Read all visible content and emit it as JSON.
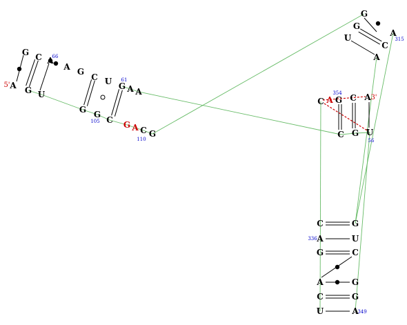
{
  "colors": {
    "base": "#000000",
    "number": "#0000cc",
    "highlight": "#cc0000",
    "backbone": "#66bb66",
    "pair": "#000000",
    "noncanonical": "#cc0000"
  },
  "ends": [
    {
      "id": "five",
      "text": "5'"
    },
    {
      "id": "three",
      "text": "3'"
    }
  ],
  "nucleotides": [
    {
      "id": "n1",
      "letter": "A",
      "color": "base"
    },
    {
      "id": "n2",
      "letter": "G",
      "color": "base"
    },
    {
      "id": "n3",
      "letter": "G",
      "color": "base"
    },
    {
      "id": "n4",
      "letter": "C",
      "color": "base"
    },
    {
      "id": "n5",
      "letter": "A",
      "color": "base"
    },
    {
      "id": "n6",
      "letter": "A",
      "color": "base"
    },
    {
      "id": "n7",
      "letter": "G",
      "color": "base"
    },
    {
      "id": "n8",
      "letter": "C",
      "color": "base"
    },
    {
      "id": "n9",
      "letter": "U",
      "color": "base"
    },
    {
      "id": "n10",
      "letter": "G",
      "color": "base"
    },
    {
      "id": "n11",
      "letter": "A",
      "color": "base"
    },
    {
      "id": "n12",
      "letter": "A",
      "color": "base"
    },
    {
      "id": "n13",
      "letter": "U",
      "color": "base"
    },
    {
      "id": "n14",
      "letter": "G",
      "color": "base"
    },
    {
      "id": "n15",
      "letter": "G",
      "color": "base"
    },
    {
      "id": "n16",
      "letter": "C",
      "color": "base"
    },
    {
      "id": "n17",
      "letter": "G",
      "color": "highlight"
    },
    {
      "id": "n18",
      "letter": "A",
      "color": "highlight"
    },
    {
      "id": "n19",
      "letter": "C",
      "color": "base"
    },
    {
      "id": "n20",
      "letter": "G",
      "color": "base"
    },
    {
      "id": "n21",
      "letter": "G",
      "color": "base"
    },
    {
      "id": "n22",
      "letter": "G",
      "color": "base"
    },
    {
      "id": "n23",
      "letter": "U",
      "color": "base"
    },
    {
      "id": "n24",
      "letter": "A",
      "color": "base"
    },
    {
      "id": "n25",
      "letter": "C",
      "color": "base"
    },
    {
      "id": "n26",
      "letter": "A",
      "color": "base"
    },
    {
      "id": "n27",
      "letter": "C",
      "color": "base"
    },
    {
      "id": "n28",
      "letter": "A",
      "color": "highlight"
    },
    {
      "id": "n29",
      "letter": "G",
      "color": "base"
    },
    {
      "id": "n30",
      "letter": "C",
      "color": "base"
    },
    {
      "id": "n31",
      "letter": "A",
      "color": "base"
    },
    {
      "id": "n32",
      "letter": "C",
      "color": "base"
    },
    {
      "id": "n33",
      "letter": "G",
      "color": "base"
    },
    {
      "id": "n34",
      "letter": "U",
      "color": "base"
    },
    {
      "id": "n35",
      "letter": "C",
      "color": "base"
    },
    {
      "id": "n36",
      "letter": "A",
      "color": "base"
    },
    {
      "id": "n37",
      "letter": "G",
      "color": "base"
    },
    {
      "id": "n38",
      "letter": "A",
      "color": "base"
    },
    {
      "id": "n39",
      "letter": "C",
      "color": "base"
    },
    {
      "id": "n40",
      "letter": "U",
      "color": "base"
    },
    {
      "id": "n41",
      "letter": "G",
      "color": "base"
    },
    {
      "id": "n42",
      "letter": "U",
      "color": "base"
    },
    {
      "id": "n43",
      "letter": "C",
      "color": "base"
    },
    {
      "id": "n44",
      "letter": "G",
      "color": "base"
    },
    {
      "id": "n45",
      "letter": "G",
      "color": "base"
    },
    {
      "id": "n46",
      "letter": "A",
      "color": "base"
    }
  ],
  "numbers": [
    {
      "id": "num66",
      "text": "66"
    },
    {
      "id": "num61",
      "text": "61"
    },
    {
      "id": "num105",
      "text": "105"
    },
    {
      "id": "num110",
      "text": "110"
    },
    {
      "id": "num315",
      "text": "315"
    },
    {
      "id": "num354",
      "text": "354"
    },
    {
      "id": "num56",
      "text": "56"
    },
    {
      "id": "num336",
      "text": "336"
    },
    {
      "id": "num349",
      "text": "349"
    }
  ]
}
